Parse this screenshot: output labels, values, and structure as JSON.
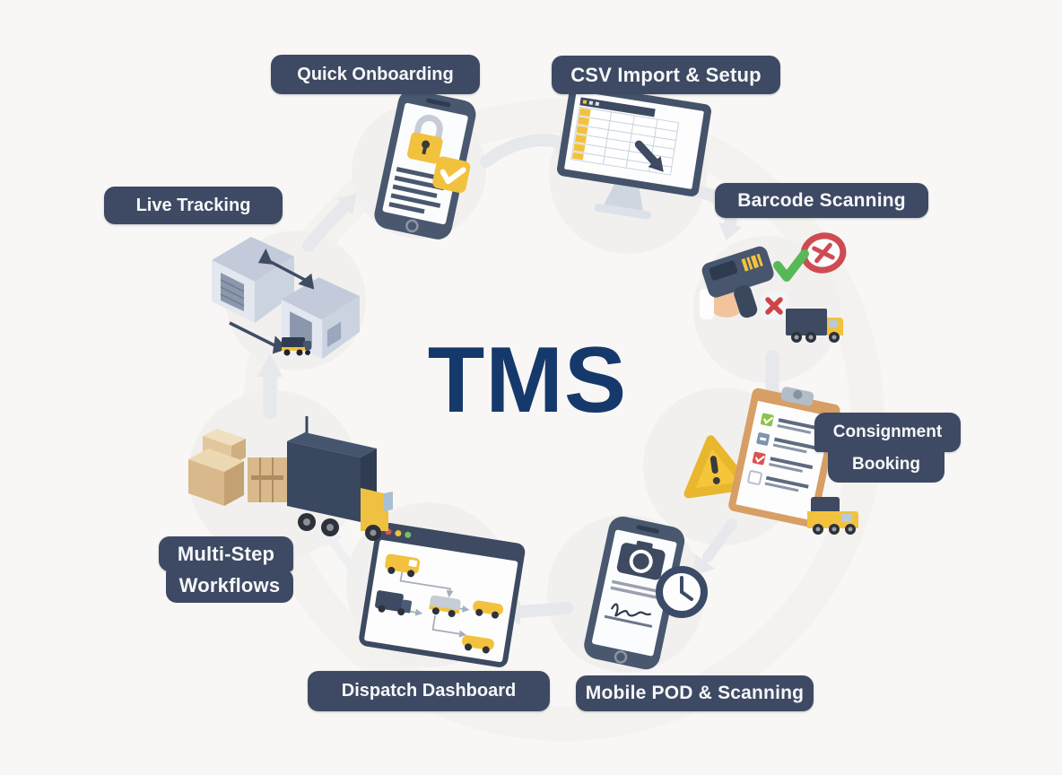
{
  "center_title": "TMS",
  "diagram_type": "circular-workflow",
  "colors": {
    "background": "#f8f7f5",
    "label_background": "#3e4a63",
    "label_text": "#f6f7f9",
    "title_text": "#16396b",
    "arrow": "#e7e8eb",
    "accent_yellow": "#f2c23e",
    "success_green": "#57b857",
    "error_red": "#cf4b52",
    "icon_dark_slate": "#3d4a61",
    "cardboard_tan": "#d9b98c",
    "backdrop_circle": "#f1f0ee"
  },
  "stages": [
    {
      "id": "quick-onboarding",
      "label": "Quick Onboarding",
      "icon": "phone-lock-check-icon"
    },
    {
      "id": "csv-import-setup",
      "label": "CSV Import & Setup",
      "icon": "monitor-spreadsheet-icon"
    },
    {
      "id": "barcode-scanning",
      "label": "Barcode Scanning",
      "icon": "barcode-scanner-icon"
    },
    {
      "id": "consignment-booking",
      "label": "Consignment Booking",
      "line1": "Consignment",
      "line2": "Booking",
      "icon": "clipboard-checklist-icon"
    },
    {
      "id": "mobile-pod-scanning",
      "label": "Mobile POD & Scanning",
      "icon": "phone-camera-signature-clock-icon"
    },
    {
      "id": "dispatch-dashboard",
      "label": "Dispatch Dashboard",
      "icon": "dashboard-vehicles-icon"
    },
    {
      "id": "multi-step-workflows",
      "label": "Multi-Step Workflows",
      "line1": "Multi-Step",
      "line2": "Workflows",
      "icon": "truck-loading-boxes-icon"
    },
    {
      "id": "live-tracking",
      "label": "Live Tracking",
      "icon": "warehouses-tracking-icon"
    }
  ]
}
